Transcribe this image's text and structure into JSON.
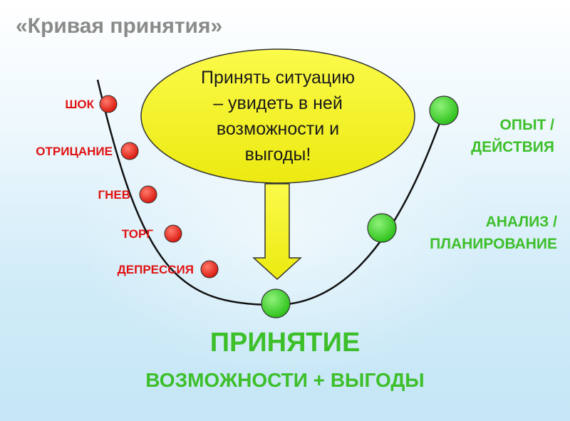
{
  "title": "«Кривая принятия»",
  "bubble": {
    "lines": [
      "Принять ситуацию",
      "– увидеть в ней",
      "возможности и",
      "выгоды!"
    ]
  },
  "stages_negative": [
    "ШОК",
    "ОТРИЦАНИЕ",
    "ГНЕВ",
    "ТОРГ",
    "ДЕПРЕССИЯ"
  ],
  "stages_positive": {
    "analysis": [
      "АНАЛИЗ /",
      "ПЛАНИРОВАНИЕ"
    ],
    "experience": [
      "ОПЫТ /",
      "ДЕЙСТВИЯ"
    ]
  },
  "acceptance": {
    "title": "ПРИНЯТИЕ",
    "subtitle": "ВОЗМОЖНОСТИ + ВЫГОДЫ"
  },
  "colors": {
    "title": "#8a8a8a",
    "negative": "#e01212",
    "positive": "#3dbf2a",
    "bubble_fill": "#f6f41c",
    "arrow_fill": "#f6f41c",
    "curve": "#111111"
  }
}
